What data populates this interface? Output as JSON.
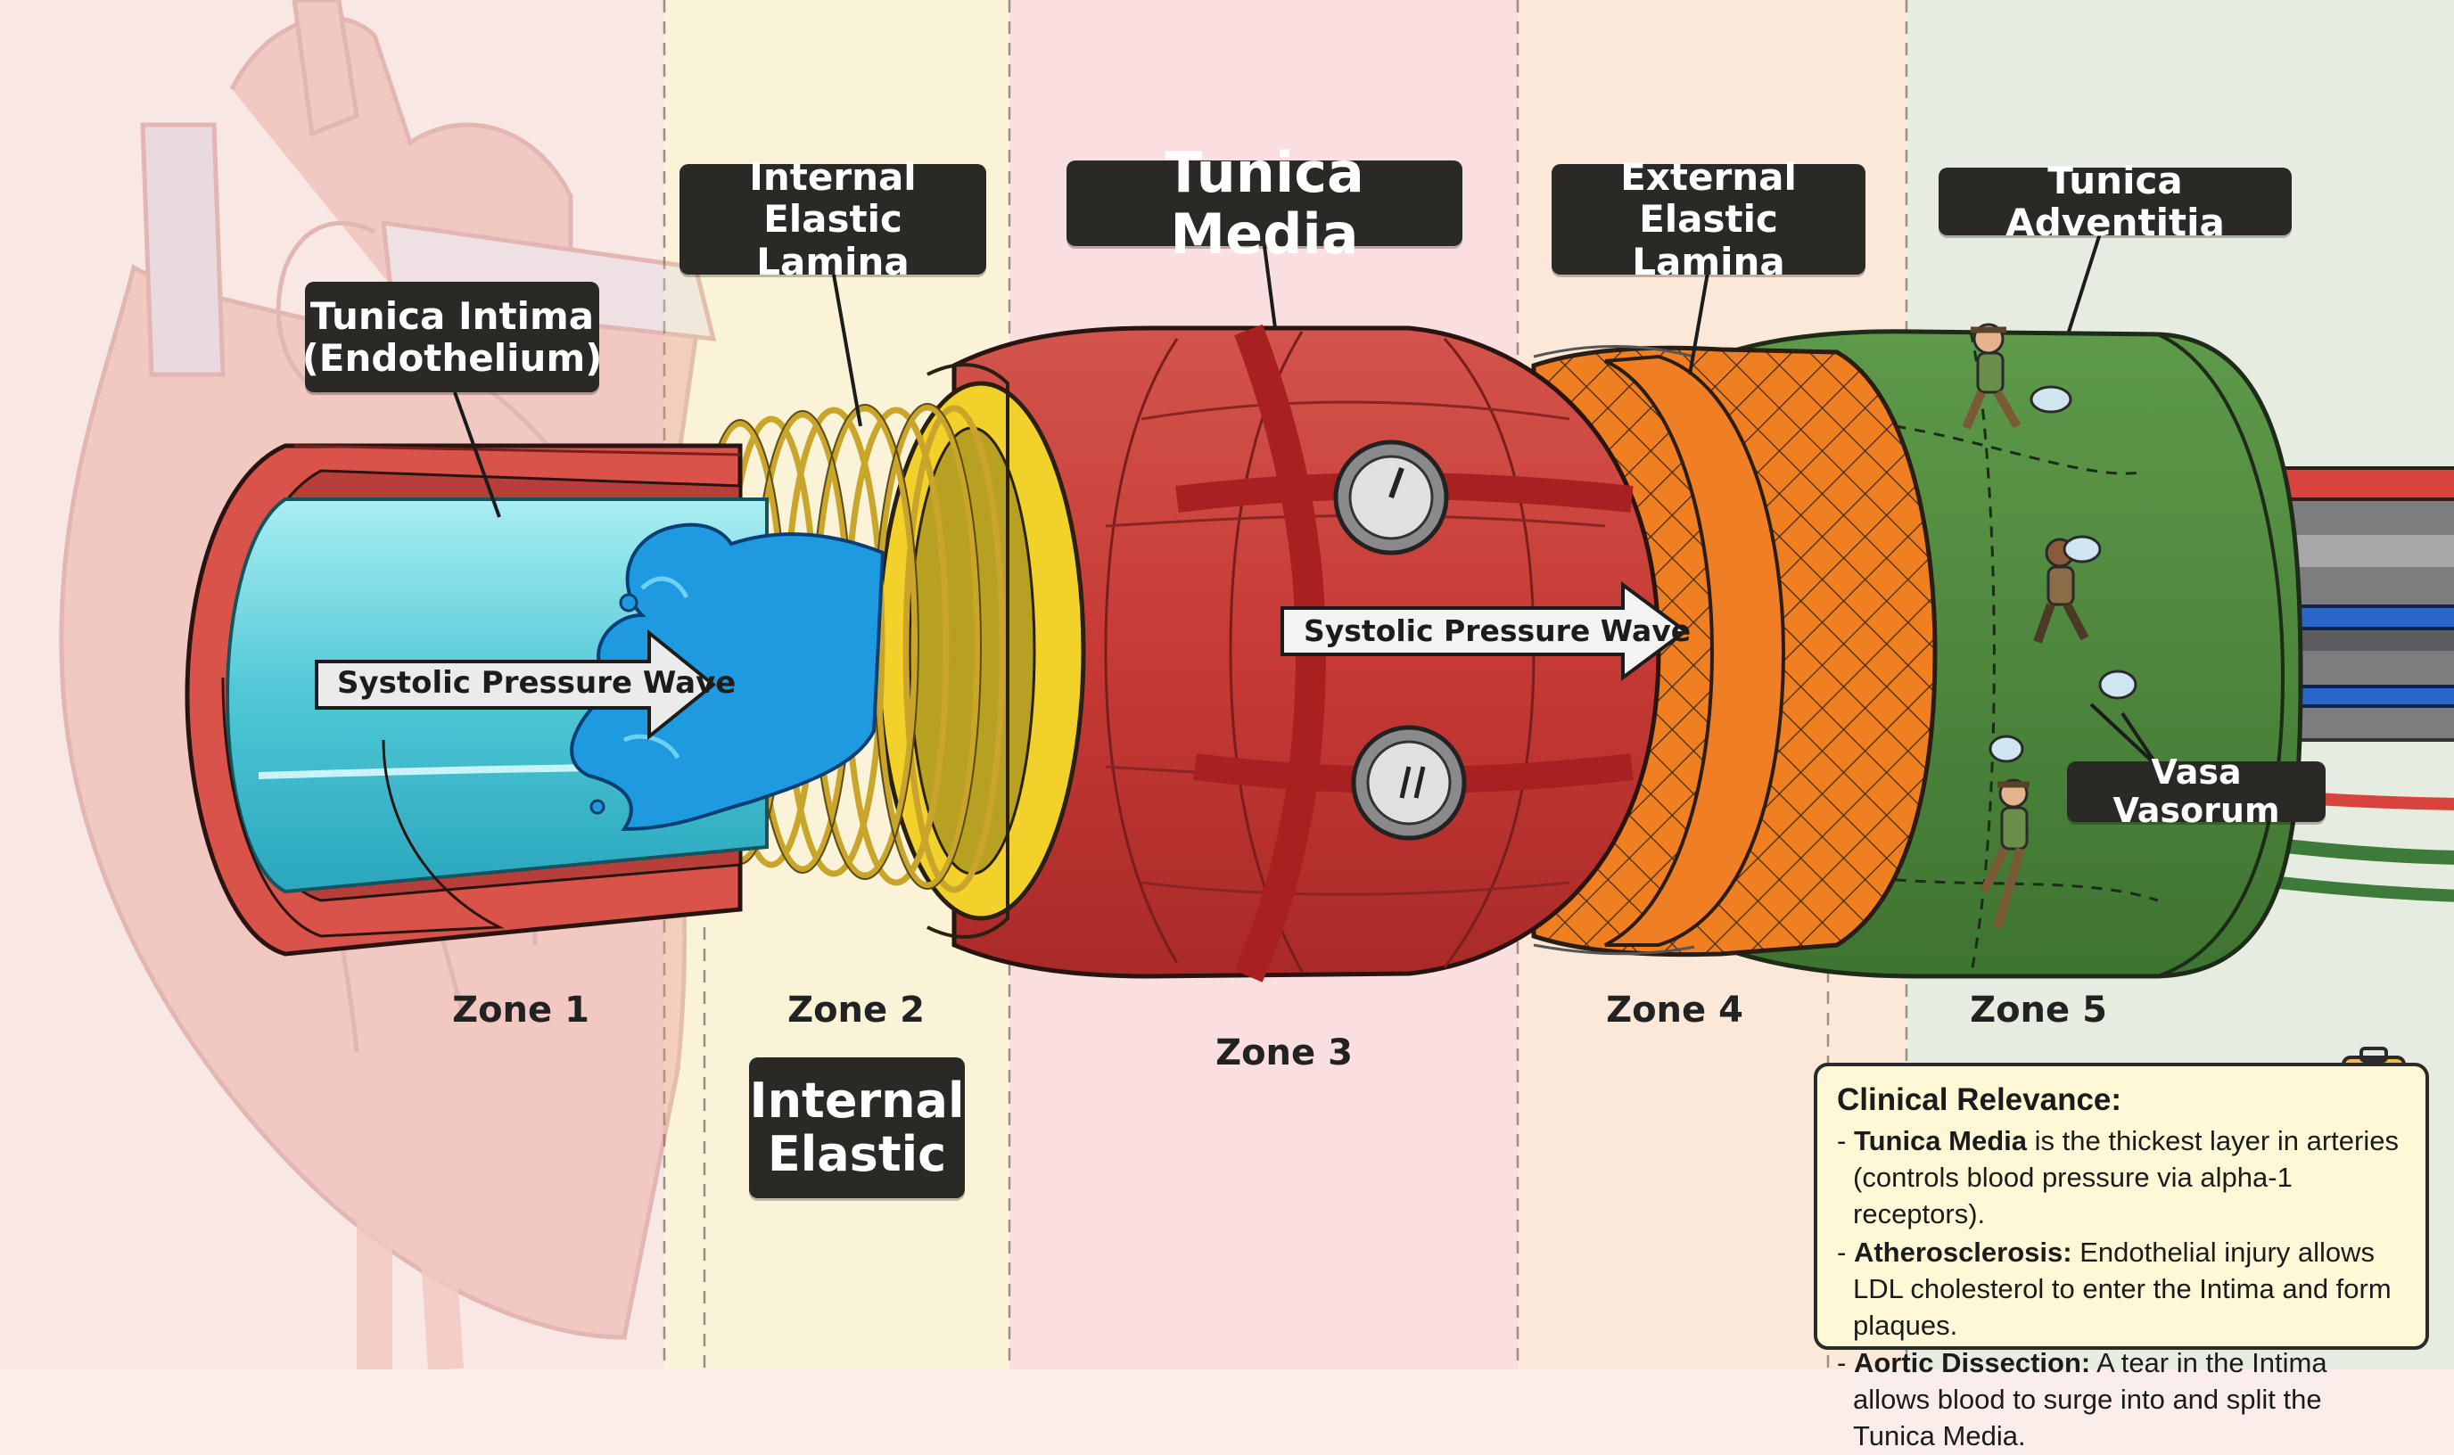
{
  "labels": {
    "tunica_intima": "Tunica Intima\n(Endothelium)",
    "internal_elastic_lamina_top": "Internal Elastic\nLamina",
    "tunica_media": "Tunica Media",
    "external_elastic_lamina": "External Elastic\nLamina",
    "tunica_adventitia": "Tunica Adventitia",
    "vasa_vasorum": "Vasa Vasorum",
    "internal_elastic_bottom": "Internal\nElastic"
  },
  "arrows": {
    "systolic_1": "Systolic Pressure Wave",
    "systolic_2": "Systolic Pressure Wave"
  },
  "zones": [
    "Zone 1",
    "Zone 2",
    "Zone 3",
    "Zone 4",
    "Zone 5"
  ],
  "clinical": {
    "title": "Clinical Relevance:",
    "items": [
      {
        "term": "Tunica Media",
        "text": " is the thickest layer in arteries (controls blood pressure via alpha-1 receptors)."
      },
      {
        "term": "Atherosclerosis:",
        "text": " Endothelial injury allows LDL cholesterol to enter the Intima and form plaques."
      },
      {
        "term": "Aortic Dissection:",
        "text": " A tear in the Intima allows blood to surge into and split the Tunica Media."
      }
    ]
  },
  "colors": {
    "intima": "#d9534a",
    "lumen": "#5ed0dc",
    "blood": "#1e9be0",
    "elastic_coil": "#d9b23a",
    "media": "#c93a36",
    "external_elastic": "#f48a2a",
    "adventitia": "#4f8a3e",
    "vessel_red": "#d8433d",
    "vessel_blue": "#2a68c8"
  }
}
